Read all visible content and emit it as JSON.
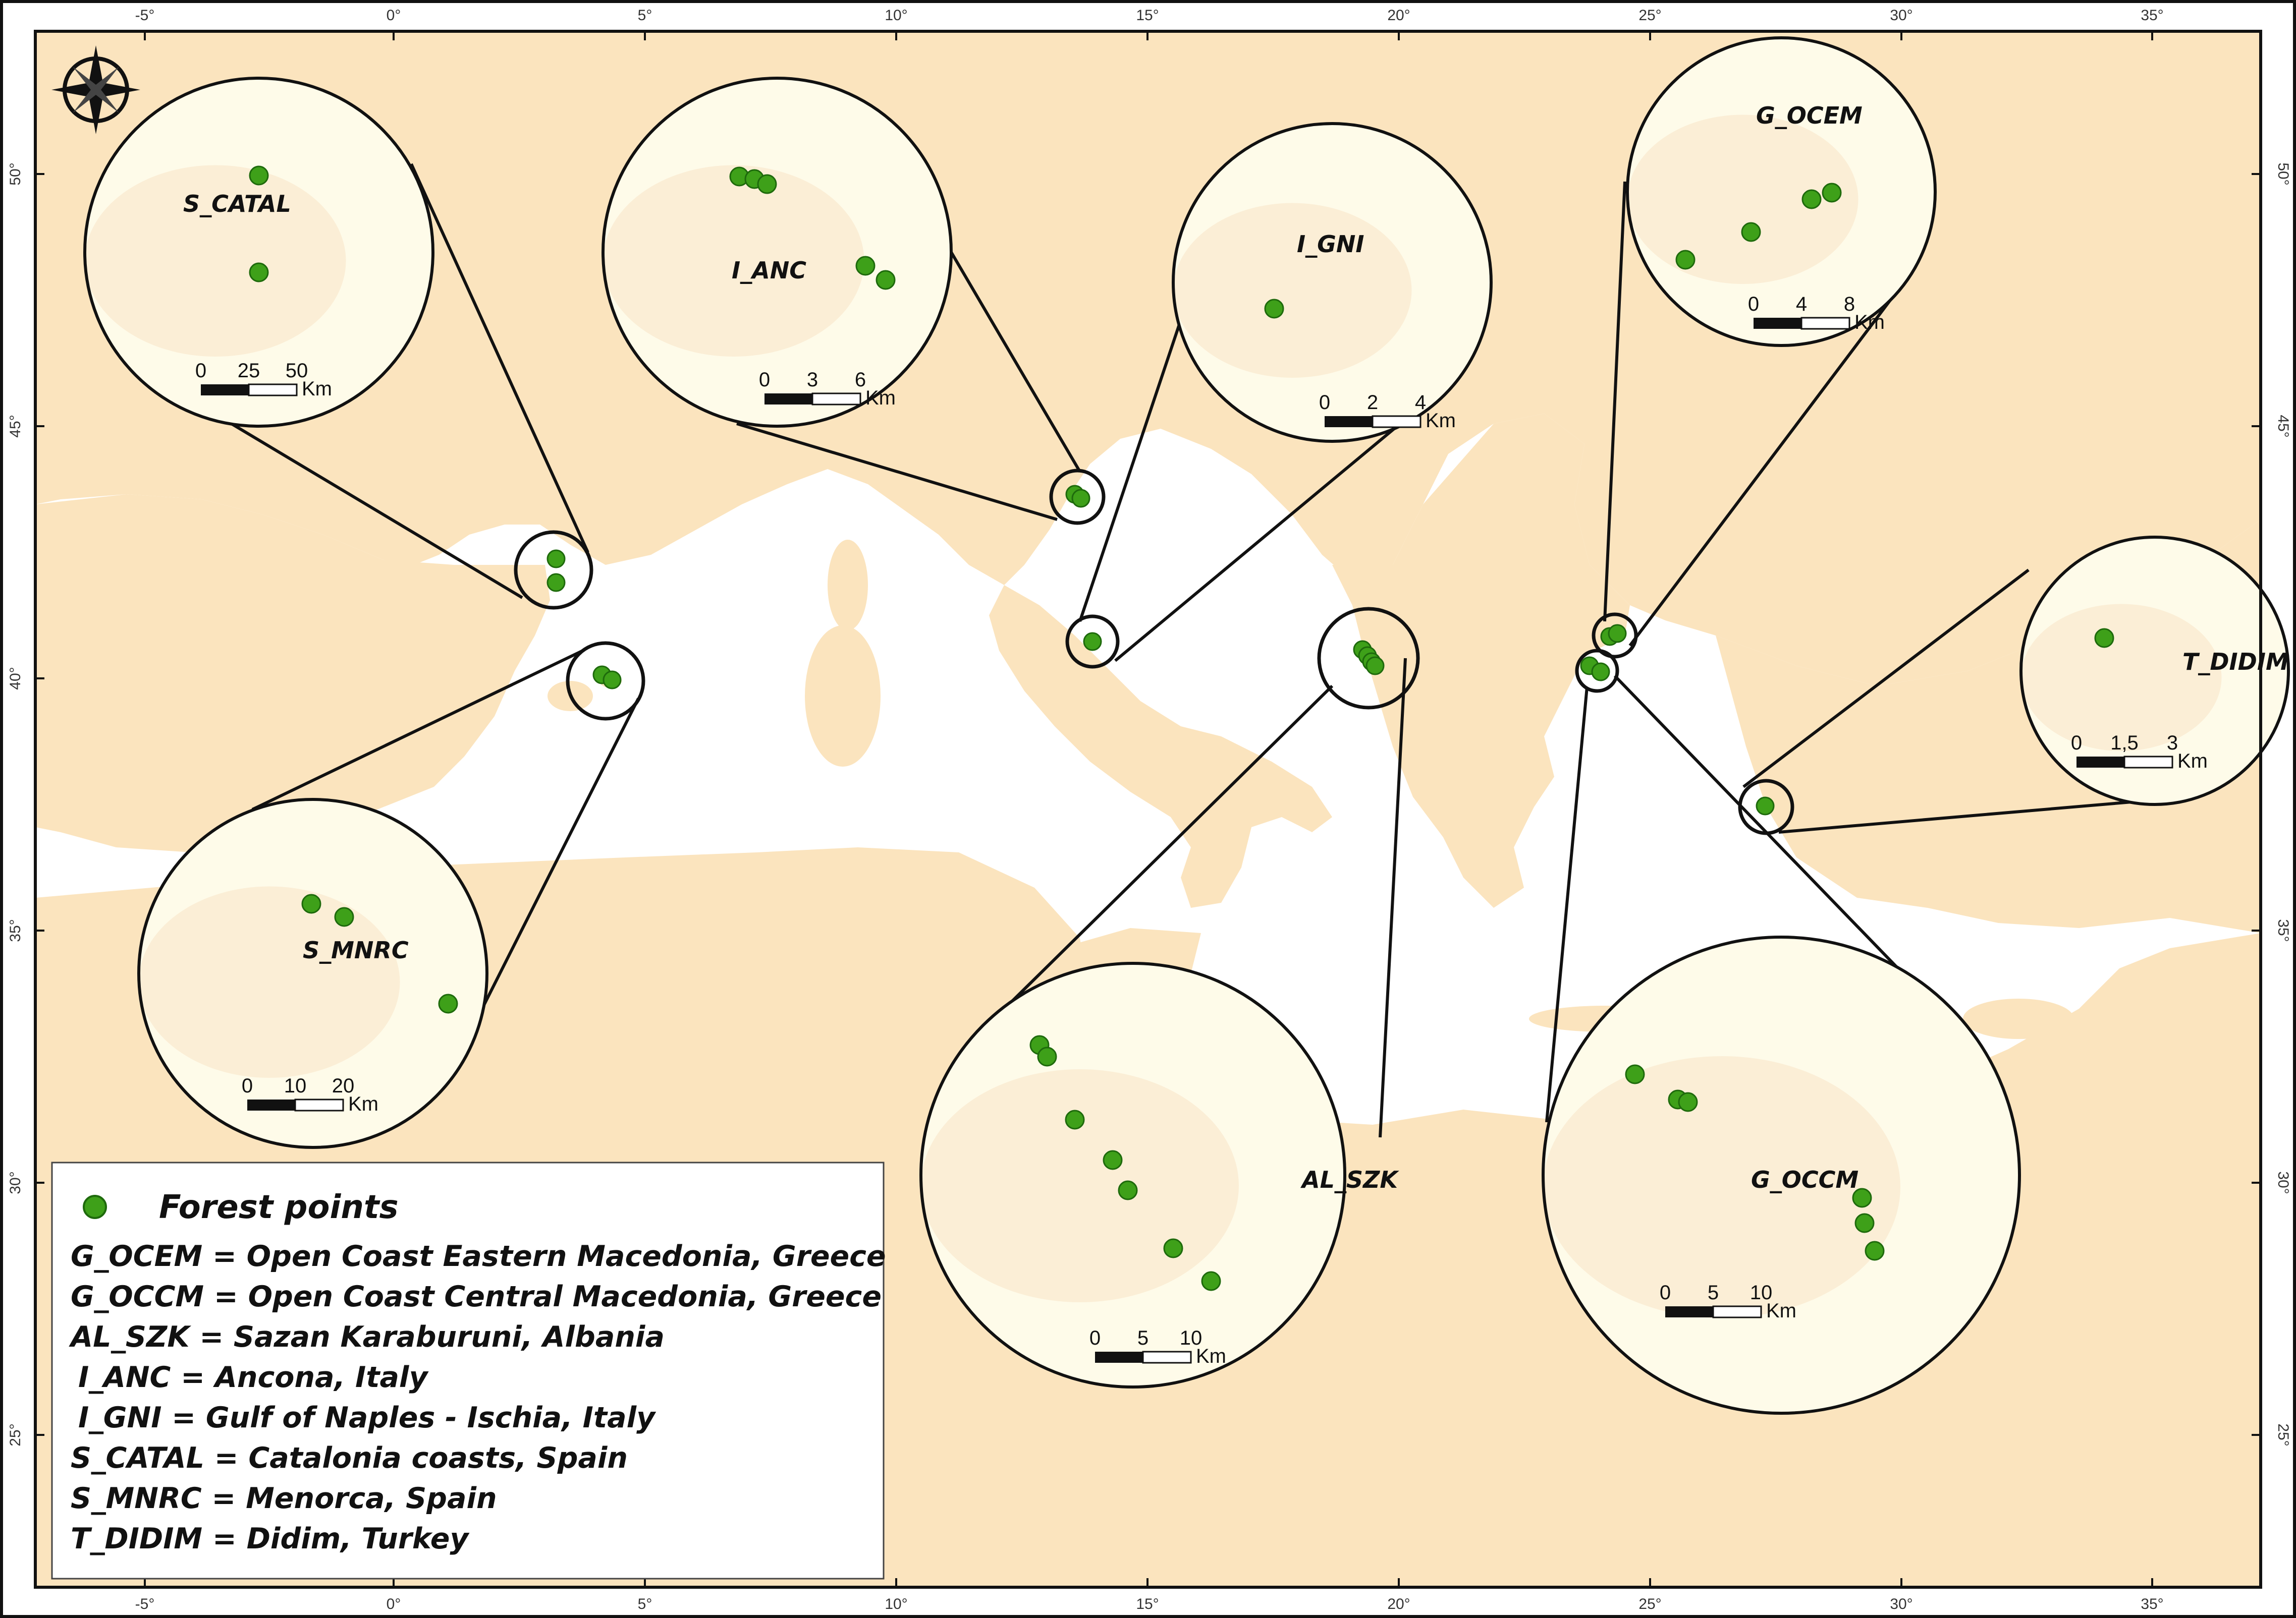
{
  "map": {
    "lon_labels": [
      "-5°",
      "0°",
      "5°",
      "10°",
      "15°",
      "20°",
      "25°",
      "30°",
      "35°"
    ],
    "lat_labels": [
      "50°",
      "45°",
      "40°",
      "35°",
      "30°",
      "25°"
    ]
  },
  "colors": {
    "land": "#fbe4be",
    "sea": "#ffffff",
    "inset_fill": "#fefbe9",
    "inset_land": "#fbeed6",
    "point": "#3ea019",
    "point_stroke": "#1e6a0c",
    "frame": "#111111"
  },
  "compass": {
    "icon": "compass-rose-icon"
  },
  "insets": [
    {
      "id": "S_CATAL",
      "label": "S_CATAL",
      "scale": [
        "0",
        "25",
        "50"
      ],
      "unit": "Km"
    },
    {
      "id": "I_ANC",
      "label": "I_ANC",
      "scale": [
        "0",
        "3",
        "6"
      ],
      "unit": "Km"
    },
    {
      "id": "I_GNI",
      "label": "I_GNI",
      "scale": [
        "0",
        "2",
        "4"
      ],
      "unit": "Km"
    },
    {
      "id": "G_OCEM",
      "label": "G_OCEM",
      "scale": [
        "0",
        "4",
        "8"
      ],
      "unit": "Km"
    },
    {
      "id": "T_DIDIM",
      "label": "T_DIDIM",
      "scale": [
        "0",
        "1,5",
        "3"
      ],
      "unit": "Km"
    },
    {
      "id": "S_MNRC",
      "label": "S_MNRC",
      "scale": [
        "0",
        "10",
        "20"
      ],
      "unit": "Km"
    },
    {
      "id": "AL_SZK",
      "label": "AL_SZK",
      "scale": [
        "0",
        "5",
        "10"
      ],
      "unit": "Km"
    },
    {
      "id": "G_OCCM",
      "label": "G_OCCM",
      "scale": [
        "0",
        "5",
        "10"
      ],
      "unit": "Km"
    }
  ],
  "legend": {
    "title": "Forest points",
    "entries": [
      "G_OCEM = Open Coast Eastern Macedonia, Greece",
      "G_OCCM = Open Coast Central Macedonia, Greece",
      "AL_SZK = Sazan Karaburuni, Albania",
      "I_ANC = Ancona, Italy",
      "I_GNI = Gulf of Naples - Ischia, Italy",
      "S_CATAL = Catalonia coasts, Spain",
      "S_MNRC = Menorca, Spain",
      "T_DIDIM = Didim, Turkey"
    ]
  }
}
